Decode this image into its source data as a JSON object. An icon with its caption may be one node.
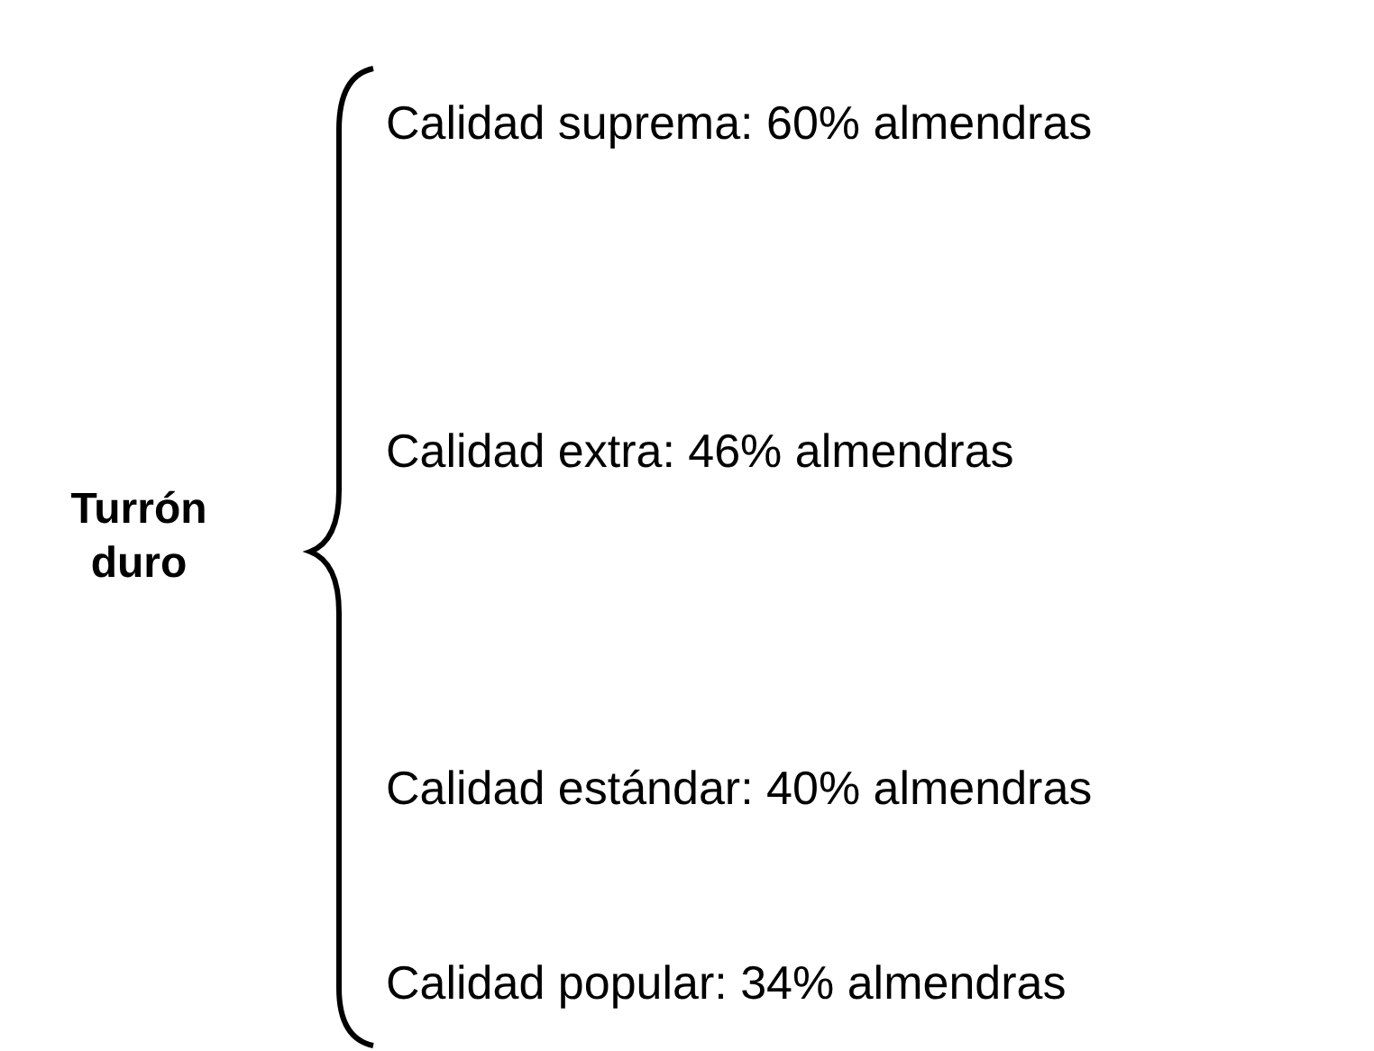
{
  "diagram": {
    "labels": [
      "Turrón duro",
      "Calidad suprema: 60% almendras",
      "Calidad extra: 46% almendras",
      "Calidad estándar: 40% almendras",
      "Calidad popular: 34% almendras"
    ]
  }
}
